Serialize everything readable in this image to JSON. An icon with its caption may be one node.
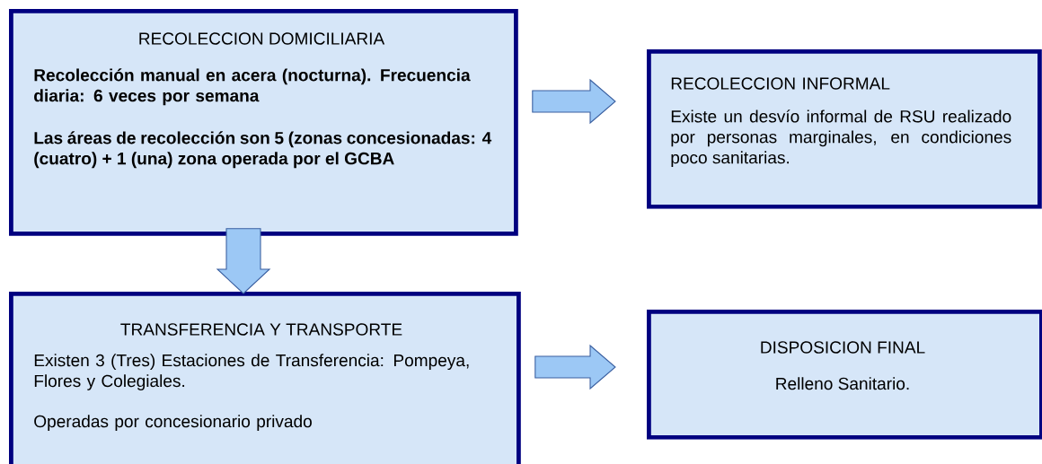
{
  "diagram": {
    "nodes": [
      {
        "text": [
          "RECOLECCION DOMICILIARIA",
          "Recolección manual en acera (nocturna). Frecuencia diaria: 6 veces por semana",
          "Las áreas de recolección son 5 (zonas concesionadas: 4 (cuatro) + 1 (una) zona operada por el GCBA"
        ]
      },
      {
        "text": [
          "RECOLECCION INFORMAL",
          "Existe un desvío informal de RSU realizado por personas marginales, en condiciones poco sanitarias."
        ]
      },
      {
        "text": [
          "TRANSFERENCIA Y TRANSPORTE",
          "Existen 3 (Tres) Estaciones de Transferencia: Pompeya, Flores y Colegiales.",
          "Operadas por concesionario privado"
        ]
      },
      {
        "text": [
          "DISPOSICION FINAL",
          "Relleno Sanitario."
        ]
      }
    ],
    "edges": [
      {
        "from": 0,
        "to": 1,
        "arrow": "to"
      },
      {
        "from": 0,
        "to": 2,
        "arrow": "to"
      },
      {
        "from": 2,
        "to": 3,
        "arrow": "to"
      }
    ]
  }
}
